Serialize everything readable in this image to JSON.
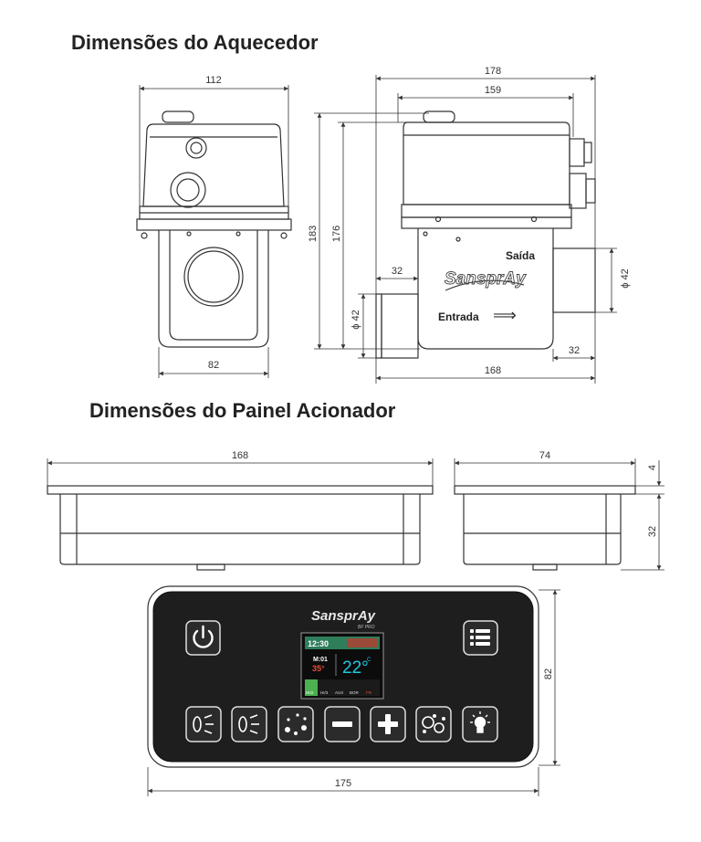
{
  "titles": {
    "heater": "Dimensões do Aquecedor",
    "panel": "Dimensões do Painel Acionador"
  },
  "heater_dims": {
    "front_width_top": "112",
    "front_width_bottom": "82",
    "side_total": "178",
    "side_body": "159",
    "height_total": "183",
    "height_body": "176",
    "inlet_offset": "32",
    "inlet_diameter": "ϕ 42",
    "outlet_diameter": "ϕ 42",
    "outlet_offset": "32",
    "base_length": "168"
  },
  "heater_labels": {
    "outlet": "Saída",
    "inlet": "Entrada",
    "arrow": "⟹",
    "brand": "SansprAy"
  },
  "panel_dims": {
    "front_width": "168",
    "side_width": "74",
    "lip": "4",
    "depth": "32",
    "face_height": "82",
    "face_width": "175"
  },
  "panel_face": {
    "brand": "SansprAy",
    "brand_sub": "BF PRO",
    "screen": {
      "time": "12:30",
      "mode": "M:01",
      "set_temp": "35°",
      "temp": "22°",
      "temp_unit": "C",
      "modes": [
        "HI/2",
        "HI/3",
        "AUX",
        "BOR",
        "FR"
      ]
    }
  },
  "colors": {
    "panel_bg": "#1e1e1e",
    "screen_green": "#4caf50",
    "screen_red": "#c0392b",
    "screen_cyan": "#1ec8e0"
  }
}
